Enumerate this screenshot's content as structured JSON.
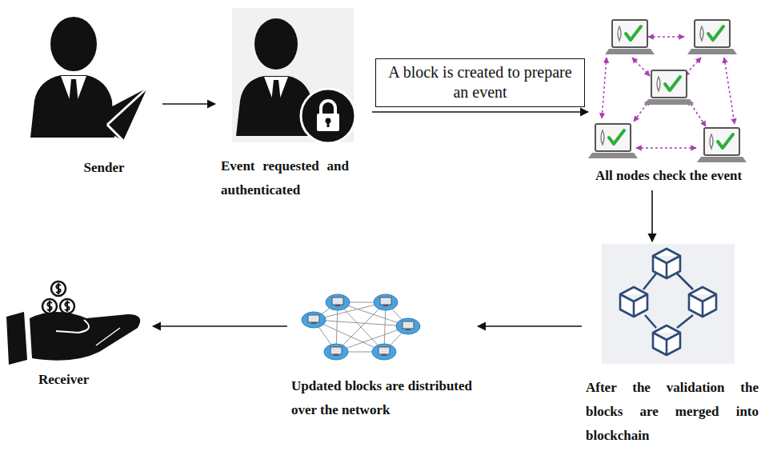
{
  "diagram": {
    "nodes": [
      {
        "text": [
          "Sender"
        ]
      },
      {
        "text": [
          "Event requested and authenticated"
        ]
      },
      {
        "text": [
          "All nodes check the event"
        ]
      },
      {
        "text": [
          "After the validation the blocks are merged into blockchain"
        ]
      },
      {
        "text": [
          "Updated blocks are distributed over the network"
        ]
      },
      {
        "text": [
          "Receiver"
        ]
      }
    ],
    "edges": [
      {
        "from": 0,
        "to": 1,
        "arrow": "to"
      },
      {
        "from": 1,
        "to": 2,
        "arrow": "to",
        "label": "A block is created to prepare an event"
      },
      {
        "from": 2,
        "to": 3,
        "arrow": "to"
      },
      {
        "from": 3,
        "to": 4,
        "arrow": "to"
      },
      {
        "from": 4,
        "to": 5,
        "arrow": "to"
      }
    ]
  }
}
